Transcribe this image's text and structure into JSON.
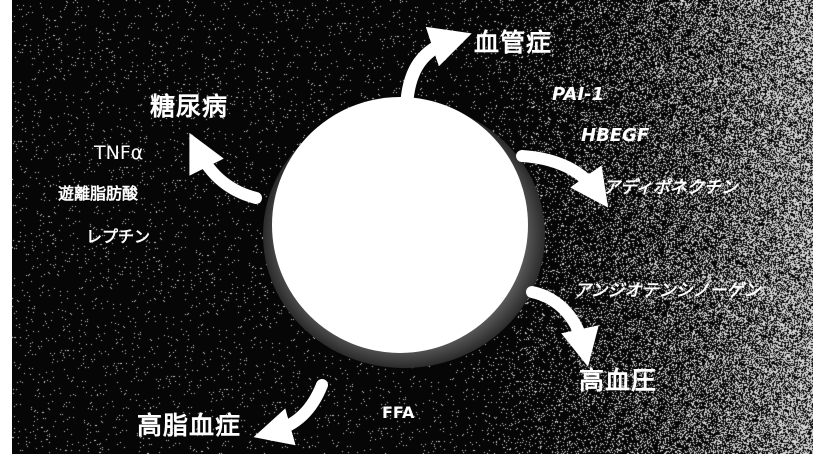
{
  "outcomes": {
    "vascular": "血管症",
    "diabetes": "糖尿病",
    "hypertension": "高血圧",
    "hyperlipidemia": "高脂血症"
  },
  "factors": {
    "pai1": "PAI-1",
    "hbegf": "HBEGF",
    "adiponectin": "アディポネクチン",
    "tnfa": "TNFα",
    "ffa_jp": "遊離脂肪酸",
    "leptin": "レプチン",
    "angiotensinogen": "アンジオテンシノーゲン",
    "ffa": "FFA"
  }
}
